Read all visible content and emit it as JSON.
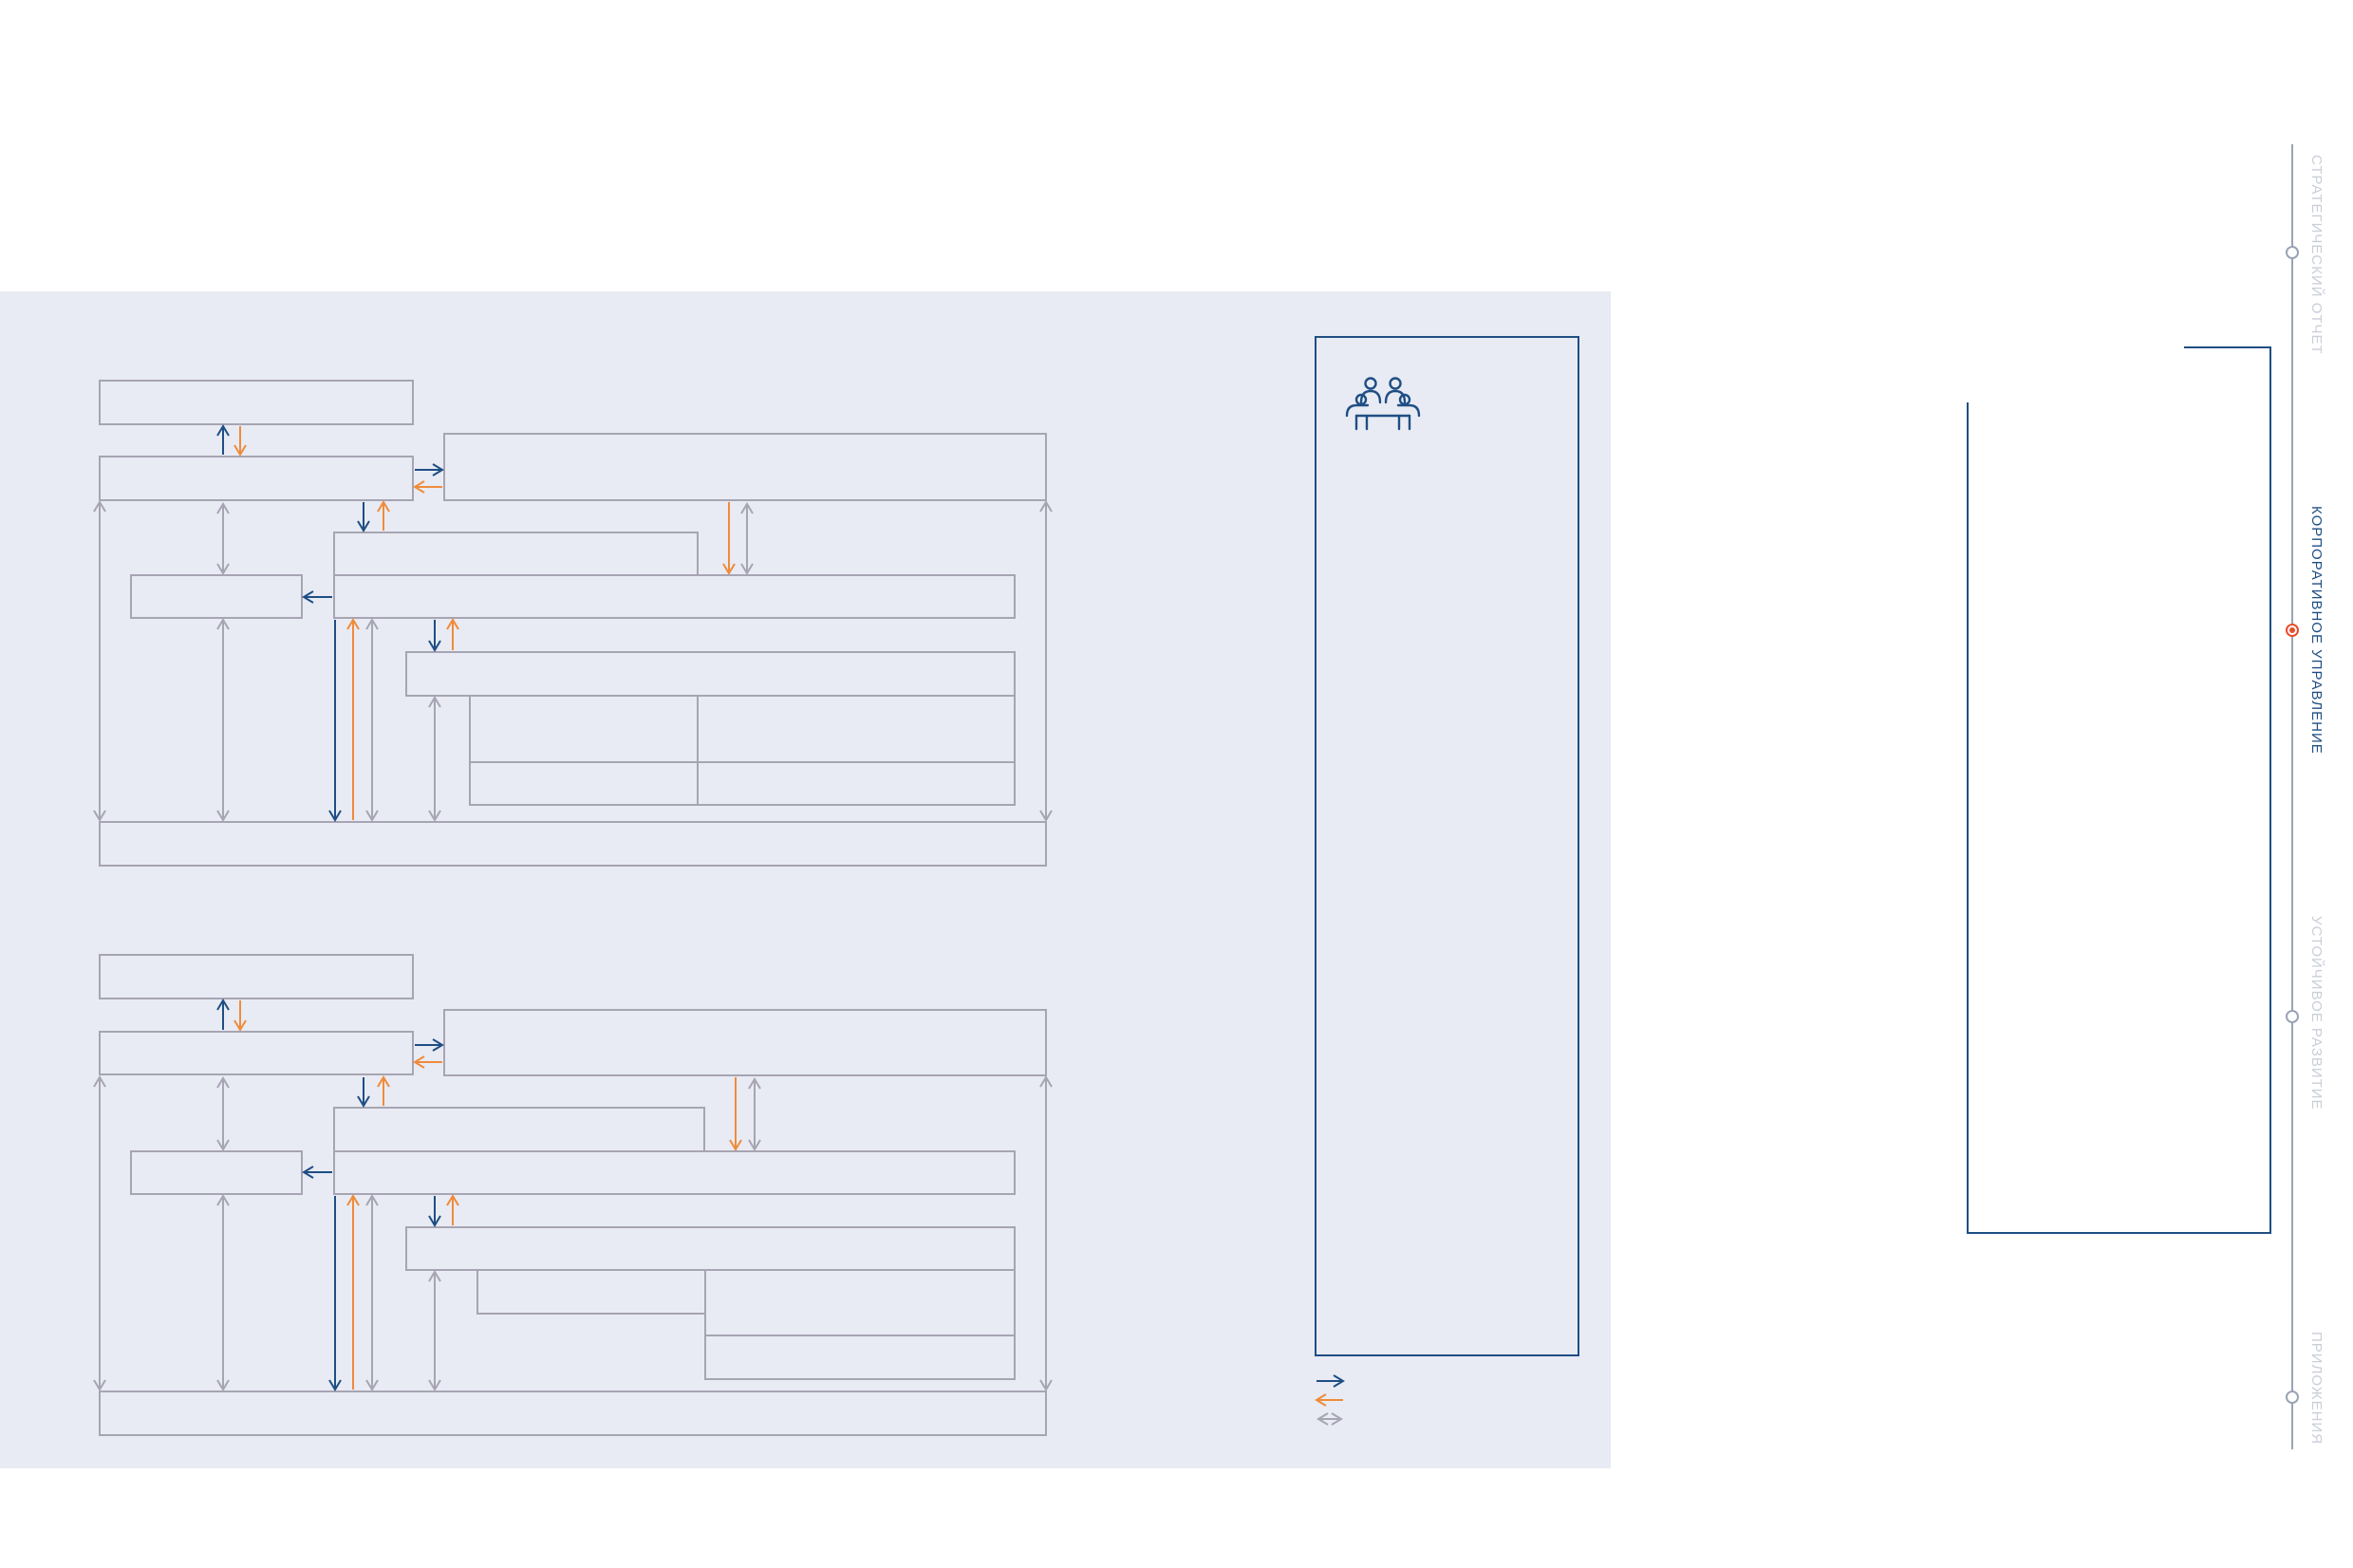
{
  "colors": {
    "panel_bg": "#e8ebf3",
    "box_stroke": "#a7a4b3",
    "navy": "#1f4e84",
    "orange": "#ef8b3b",
    "gray": "#a7a4b3",
    "nav_inactive": "#c9ced8",
    "nav_active_dot": "#e84e2b"
  },
  "diagram_icon": "people-meeting-icon",
  "legend": [
    {
      "icon": "arrow-right-navy-icon",
      "label": ""
    },
    {
      "icon": "arrow-left-orange-icon",
      "label": ""
    },
    {
      "icon": "arrow-bidirectional-gray-icon",
      "label": ""
    }
  ],
  "side_nav": {
    "items": [
      {
        "label": "СТРАТЕГИЧЕСКИЙ ОТЧЕТ",
        "active": false
      },
      {
        "label": "КОРПОРАТИВНОЕ УПРАВЛЕНИЕ",
        "active": true
      },
      {
        "label": "УСТОЙЧИВОЕ РАЗВИТИЕ",
        "active": false
      },
      {
        "label": "ПРИЛОЖЕНИЯ",
        "active": false
      }
    ]
  }
}
